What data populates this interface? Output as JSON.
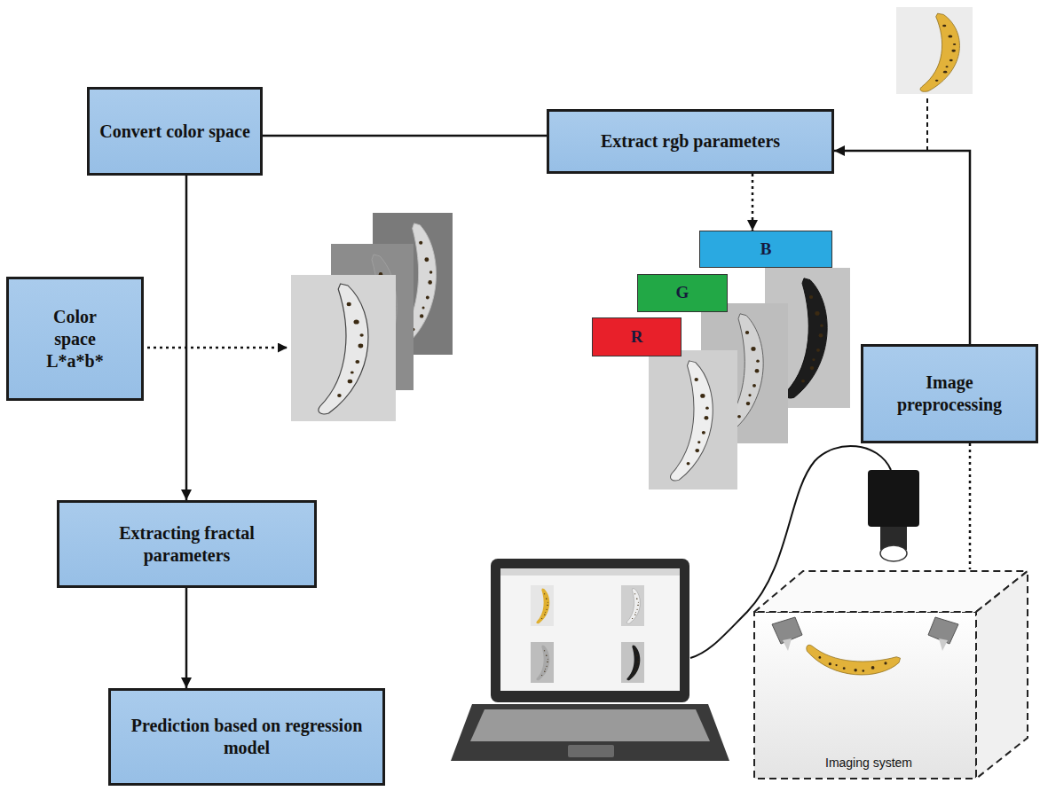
{
  "diagram": {
    "nodes": [
      {
        "text": [
          "Convert color space"
        ]
      },
      {
        "text": [
          "Extract rgb parameters"
        ]
      },
      {
        "text": [
          "B"
        ]
      },
      {
        "text": [
          "G"
        ]
      },
      {
        "text": [
          "R"
        ]
      },
      {
        "text": [
          "Color space L*a*b*"
        ]
      },
      {
        "text": [
          "Image preprocessing"
        ]
      },
      {
        "text": [
          "Extracting fractal parameters"
        ]
      },
      {
        "text": [
          "Imaging system"
        ]
      },
      {
        "text": [
          "Prediction based on regression model"
        ]
      }
    ],
    "edges": [
      {
        "from": 1,
        "to": 0,
        "arrow": "none"
      },
      {
        "from": 6,
        "to": 1,
        "arrow": "to"
      },
      {
        "from": 1,
        "to": 2,
        "arrow": "to"
      },
      {
        "from": 0,
        "to": 7,
        "arrow": "to"
      },
      {
        "from": 7,
        "to": 9,
        "arrow": "to"
      },
      {
        "from": 6,
        "to": 8,
        "arrow": "none"
      }
    ]
  }
}
